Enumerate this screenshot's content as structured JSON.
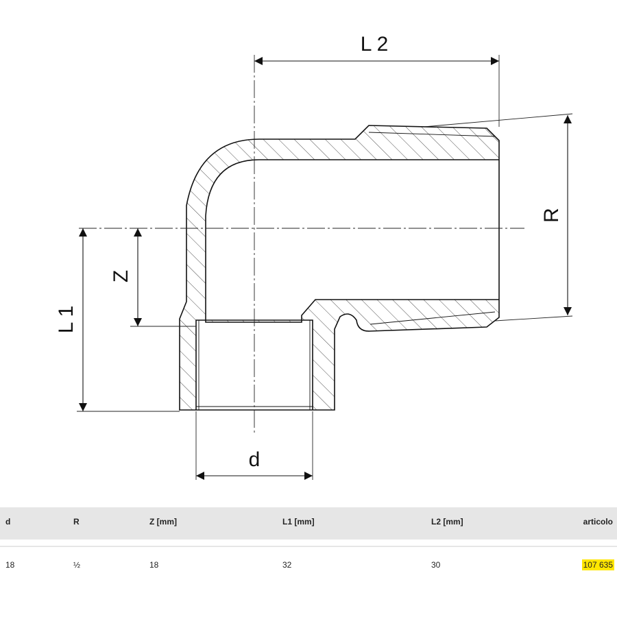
{
  "drawing": {
    "dimensions": {
      "l2": "L 2",
      "r": "R",
      "z": "Z",
      "l1": "L 1",
      "d": "d"
    }
  },
  "table": {
    "headers": {
      "d": "d",
      "r": "R",
      "z": "Z [mm]",
      "l1": "L1 [mm]",
      "l2": "L2 [mm]",
      "articolo": "articolo"
    },
    "row": {
      "d": "18",
      "r": "½",
      "z": "18",
      "l1": "32",
      "l2": "30",
      "articolo": "107 635"
    },
    "highlight_color": "#ffe600"
  }
}
